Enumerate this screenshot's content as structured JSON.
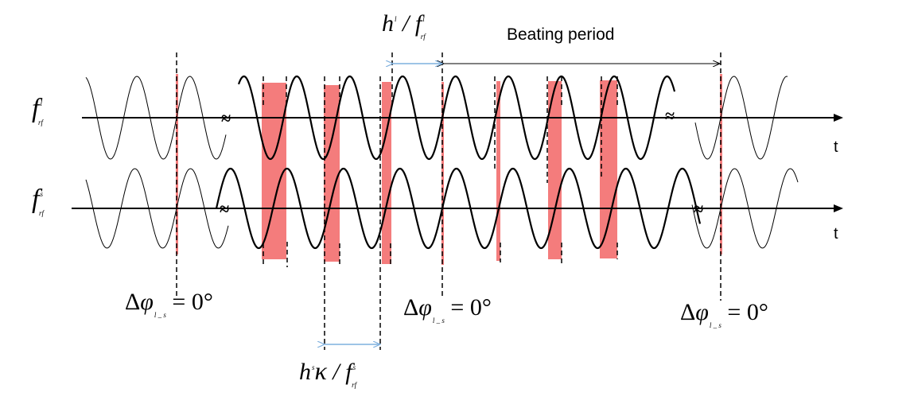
{
  "signals": {
    "large": {
      "f": "f",
      "sup": "l",
      "sub": "rf"
    },
    "small": {
      "f": "f",
      "sup": "s",
      "sub": "rf"
    }
  },
  "axes": {
    "time_label_top": "t",
    "time_label_bottom": "t"
  },
  "break_mark": "≈",
  "beating_period": "Beating period",
  "period_large": {
    "h": "h",
    "h_sup": "l",
    "slash": "/",
    "f": "f",
    "f_sup": "l",
    "f_sub": "rf"
  },
  "period_small": {
    "h": "h",
    "h_sup": "s",
    "kappa": "κ",
    "slash": "/",
    "f": "f",
    "f_sup": "s",
    "f_sub": "rf"
  },
  "phase_markers": [
    {
      "delta": "Δ",
      "phi": "φ",
      "sub": "l _ s",
      "rhs": "= 0°"
    },
    {
      "delta": "Δ",
      "phi": "φ",
      "sub": "l _ s",
      "rhs": "= 0°"
    },
    {
      "delta": "Δ",
      "phi": "φ",
      "sub": "l _ s",
      "rhs": "= 0°"
    }
  ],
  "colors": {
    "highlight": "#f47c7c",
    "arrow_blue": "#7fb0de",
    "line": "#000000"
  }
}
